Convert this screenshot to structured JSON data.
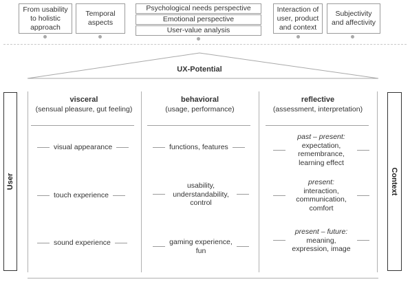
{
  "top_boxes": {
    "usability": "From usability to holistic approach",
    "temporal": "Temporal aspects",
    "psych": "Psychological needs perspective",
    "emotional": "Emotional perspective",
    "uservalue": "User-value analysis",
    "interaction": "Interaction of user, product and context",
    "subjectivity": "Subjectivity and affectivity"
  },
  "roof_title": "UX-Potential",
  "side": {
    "left": "User",
    "right": "Context"
  },
  "columns": {
    "visceral": {
      "title": "visceral",
      "subtitle": "(sensual  pleasure, gut feeling)",
      "items": [
        "visual appearance",
        "touch experience",
        "sound experience"
      ]
    },
    "behavioral": {
      "title": "behavioral",
      "subtitle": "(usage, performance)",
      "items": [
        "functions, features",
        "usability, understandability, control",
        "gaming experience, fun"
      ]
    },
    "reflective": {
      "title": "reflective",
      "subtitle": "(assessment, interpretation)",
      "items": [
        {
          "phase": "past – present:",
          "text": "expectation, remembrance, learning effect"
        },
        {
          "phase": "present:",
          "text": "interaction, communication, comfort"
        },
        {
          "phase": "present – future:",
          "text": "meaning, expression, image"
        }
      ]
    }
  }
}
